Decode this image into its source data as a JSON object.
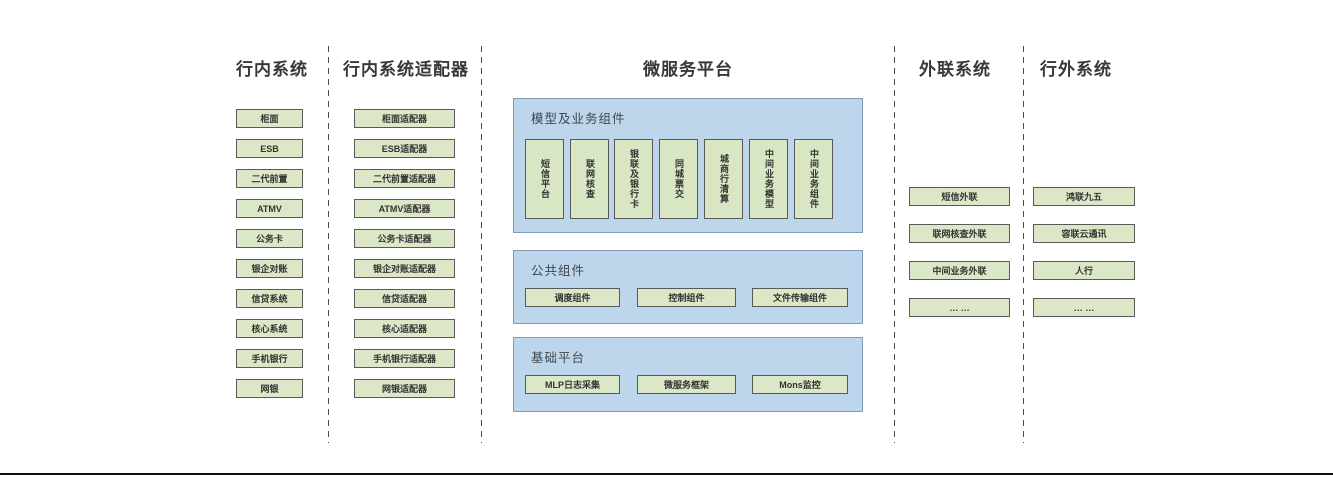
{
  "diagram": {
    "internal": {
      "title": "行内系统",
      "items": [
        "柜面",
        "ESB",
        "二代前置",
        "ATMV",
        "公务卡",
        "银企对账",
        "信贷系统",
        "核心系统",
        "手机银行",
        "网银"
      ]
    },
    "adapter": {
      "title": "行内系统适配器",
      "items": [
        "柜面适配器",
        "ESB适配器",
        "二代前置适配器",
        "ATMV适配器",
        "公务卡适配器",
        "银企对账适配器",
        "信贷适配器",
        "核心适配器",
        "手机银行适配器",
        "网银适配器"
      ]
    },
    "platform": {
      "title": "微服务平台",
      "panels": [
        {
          "title": "模型及业务组件",
          "items": [
            "短信平台",
            "联网核查",
            "银联及银行卡",
            "同城票交",
            "城商行清算",
            "中间业务模型",
            "中间业务组件"
          ]
        },
        {
          "title": "公共组件",
          "items": [
            "调度组件",
            "控制组件",
            "文件传输组件"
          ]
        },
        {
          "title": "基础平台",
          "items": [
            "MLP日志采集",
            "微服务框架",
            "Mons监控"
          ]
        }
      ]
    },
    "external": {
      "title": "外联系统",
      "items": [
        "短信外联",
        "联网核查外联",
        "中间业务外联",
        "… …"
      ]
    },
    "outside": {
      "title": "行外系统",
      "items": [
        "鸿联九五",
        "容联云通讯",
        "人行",
        "… …"
      ]
    },
    "colors": {
      "box_fill": "#dbe7c6",
      "box_border": "#595959",
      "panel_fill": "#bdd6ec",
      "panel_border": "#7f9db9"
    }
  }
}
